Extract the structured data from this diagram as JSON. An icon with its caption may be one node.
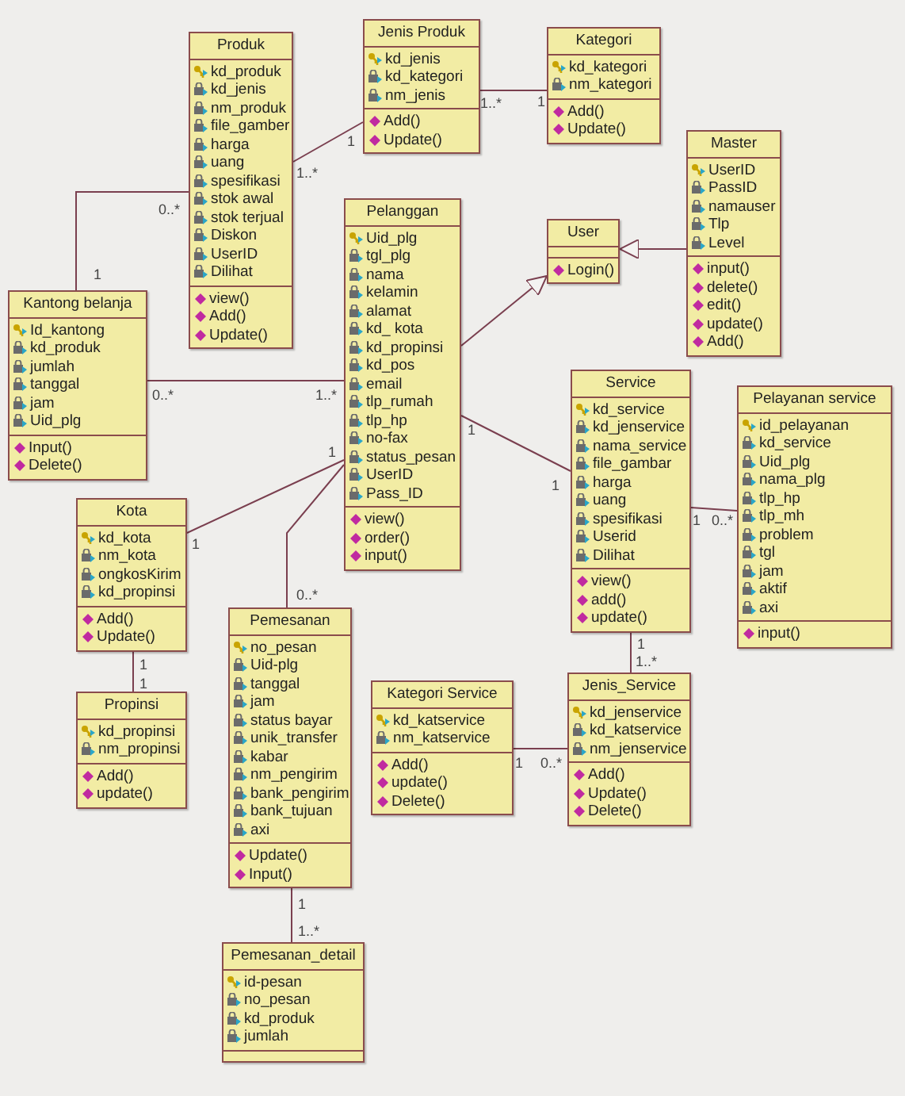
{
  "diagram": {
    "nodes": [
      {
        "text": [
          "Produk"
        ]
      },
      {
        "text": [
          "kd_produk",
          "kd_jenis",
          "nm_produk",
          "file_gamber",
          "harga",
          "uang",
          "spesifikasi",
          "stok awal",
          "stok terjual",
          "Diskon",
          "UserID",
          "Dilihat"
        ],
        "in": 0
      },
      {
        "text": [
          "view()",
          "Add()",
          "Update()"
        ],
        "in": 0
      },
      {
        "text": [
          "Jenis Produk"
        ]
      },
      {
        "text": [
          "kd_jenis",
          "kd_kategori",
          "nm_jenis"
        ],
        "in": 3
      },
      {
        "text": [
          "Add()",
          "Update()"
        ],
        "in": 3
      },
      {
        "text": [
          "Kategori"
        ]
      },
      {
        "text": [
          "kd_kategori",
          "nm_kategori"
        ],
        "in": 6
      },
      {
        "text": [
          "Add()",
          "Update()"
        ],
        "in": 6
      },
      {
        "text": [
          "Master"
        ]
      },
      {
        "text": [
          "UserID",
          "PassID",
          "namauser",
          "Tlp",
          "Level"
        ],
        "in": 9
      },
      {
        "text": [
          "input()",
          "delete()",
          "edit()",
          "update()",
          "Add()"
        ],
        "in": 9
      },
      {
        "text": [
          "User"
        ]
      },
      {
        "text": [],
        "shape": "box",
        "in": 12
      },
      {
        "text": [
          "Login()"
        ],
        "in": 12
      },
      {
        "text": [
          "Pelanggan"
        ]
      },
      {
        "text": [
          "Uid_plg",
          "tgl_plg",
          "nama",
          "kelamin",
          "alamat",
          "kd_ kota",
          "kd_propinsi",
          "kd_pos",
          "email",
          "tlp_rumah",
          "tlp_hp",
          "no-fax",
          "status_pesan",
          "UserID",
          "Pass_ID"
        ],
        "in": 15
      },
      {
        "text": [
          "view()",
          "order()",
          "input()"
        ],
        "in": 15
      },
      {
        "text": [
          "Kantong belanja"
        ]
      },
      {
        "text": [
          "Id_kantong",
          "kd_produk",
          "jumlah",
          "tanggal",
          "jam",
          "Uid_plg"
        ],
        "in": 18
      },
      {
        "text": [
          "Input()",
          "Delete()"
        ],
        "in": 18
      },
      {
        "text": [
          "Service"
        ]
      },
      {
        "text": [
          "kd_service",
          "kd_jenservice",
          "nama_service",
          "file_gambar",
          "harga",
          "uang",
          "spesifikasi",
          "Userid",
          "Dilihat"
        ],
        "in": 21
      },
      {
        "text": [
          "view()",
          "add()",
          "update()"
        ],
        "in": 21
      },
      {
        "text": [
          "Pelayanan service"
        ]
      },
      {
        "text": [
          "id_pelayanan",
          "kd_service",
          "Uid_plg",
          "nama_plg",
          "tlp_hp",
          "tlp_mh",
          "problem",
          "tgl",
          "jam",
          "aktif",
          "axi"
        ],
        "in": 24
      },
      {
        "text": [
          "input()"
        ],
        "in": 24
      },
      {
        "text": [
          "Kota"
        ]
      },
      {
        "text": [
          "kd_kota",
          "nm_kota",
          "ongkosKirim",
          "kd_propinsi"
        ],
        "in": 27
      },
      {
        "text": [
          "Add()",
          "Update()"
        ],
        "in": 27
      },
      {
        "text": [
          "Propinsi"
        ]
      },
      {
        "text": [
          "kd_propinsi",
          "nm_propinsi"
        ],
        "in": 30
      },
      {
        "text": [
          "Add()",
          "update()"
        ],
        "in": 30
      },
      {
        "text": [
          "Pemesanan"
        ]
      },
      {
        "text": [
          "no_pesan",
          "Uid-plg",
          "tanggal",
          "jam",
          "status bayar",
          "unik_transfer",
          "kabar",
          "nm_pengirim",
          "bank_pengirim",
          "bank_tujuan",
          "axi"
        ],
        "in": 33
      },
      {
        "text": [
          "Update()",
          "Input()"
        ],
        "in": 33
      },
      {
        "text": [
          "Kategori Service"
        ]
      },
      {
        "text": [
          "kd_katservice",
          "nm_katservice"
        ],
        "in": 36
      },
      {
        "text": [
          "Add()",
          "update()",
          "Delete()"
        ],
        "in": 36
      },
      {
        "text": [
          "Jenis_Service"
        ]
      },
      {
        "text": [
          "kd_jenservice",
          "kd_katservice",
          "nm_jenservice"
        ],
        "in": 39
      },
      {
        "text": [
          "Add()",
          "Update()",
          "Delete()"
        ],
        "in": 39
      },
      {
        "text": [
          "Pemesanan_detail"
        ]
      },
      {
        "text": [
          "id-pesan",
          "no_pesan",
          "kd_produk",
          "jumlah"
        ],
        "in": 42
      },
      {
        "text": [],
        "shape": "box",
        "in": 42
      }
    ],
    "edges": [
      {
        "from": 0,
        "to": 3,
        "arrow": "none"
      },
      {
        "from": 3,
        "to": 6,
        "arrow": "none"
      },
      {
        "from": 18,
        "to": 0,
        "arrow": "none"
      },
      {
        "from": 18,
        "to": 15,
        "arrow": "none"
      },
      {
        "from": 15,
        "to": 12,
        "arrow": "to"
      },
      {
        "from": 9,
        "to": 12,
        "arrow": "to"
      },
      {
        "from": 15,
        "to": 27,
        "arrow": "none"
      },
      {
        "from": 15,
        "to": 33,
        "arrow": "none"
      },
      {
        "from": 15,
        "to": 21,
        "arrow": "none"
      },
      {
        "from": 21,
        "to": 24,
        "arrow": "none"
      },
      {
        "from": 21,
        "to": 39,
        "arrow": "none"
      },
      {
        "from": 36,
        "to": 39,
        "arrow": "none"
      },
      {
        "from": 27,
        "to": 30,
        "arrow": "none"
      },
      {
        "from": 33,
        "to": 42,
        "arrow": "none"
      }
    ],
    "labels": [
      "1..*",
      "1",
      "1..*",
      "1",
      "0..*",
      "1",
      "0..*",
      "1..*",
      "1",
      "1",
      "0..*",
      "1",
      "1",
      "1",
      "0..*",
      "1",
      "1..*",
      "1",
      "0..*",
      "1",
      "1",
      "1",
      "1..*"
    ]
  }
}
